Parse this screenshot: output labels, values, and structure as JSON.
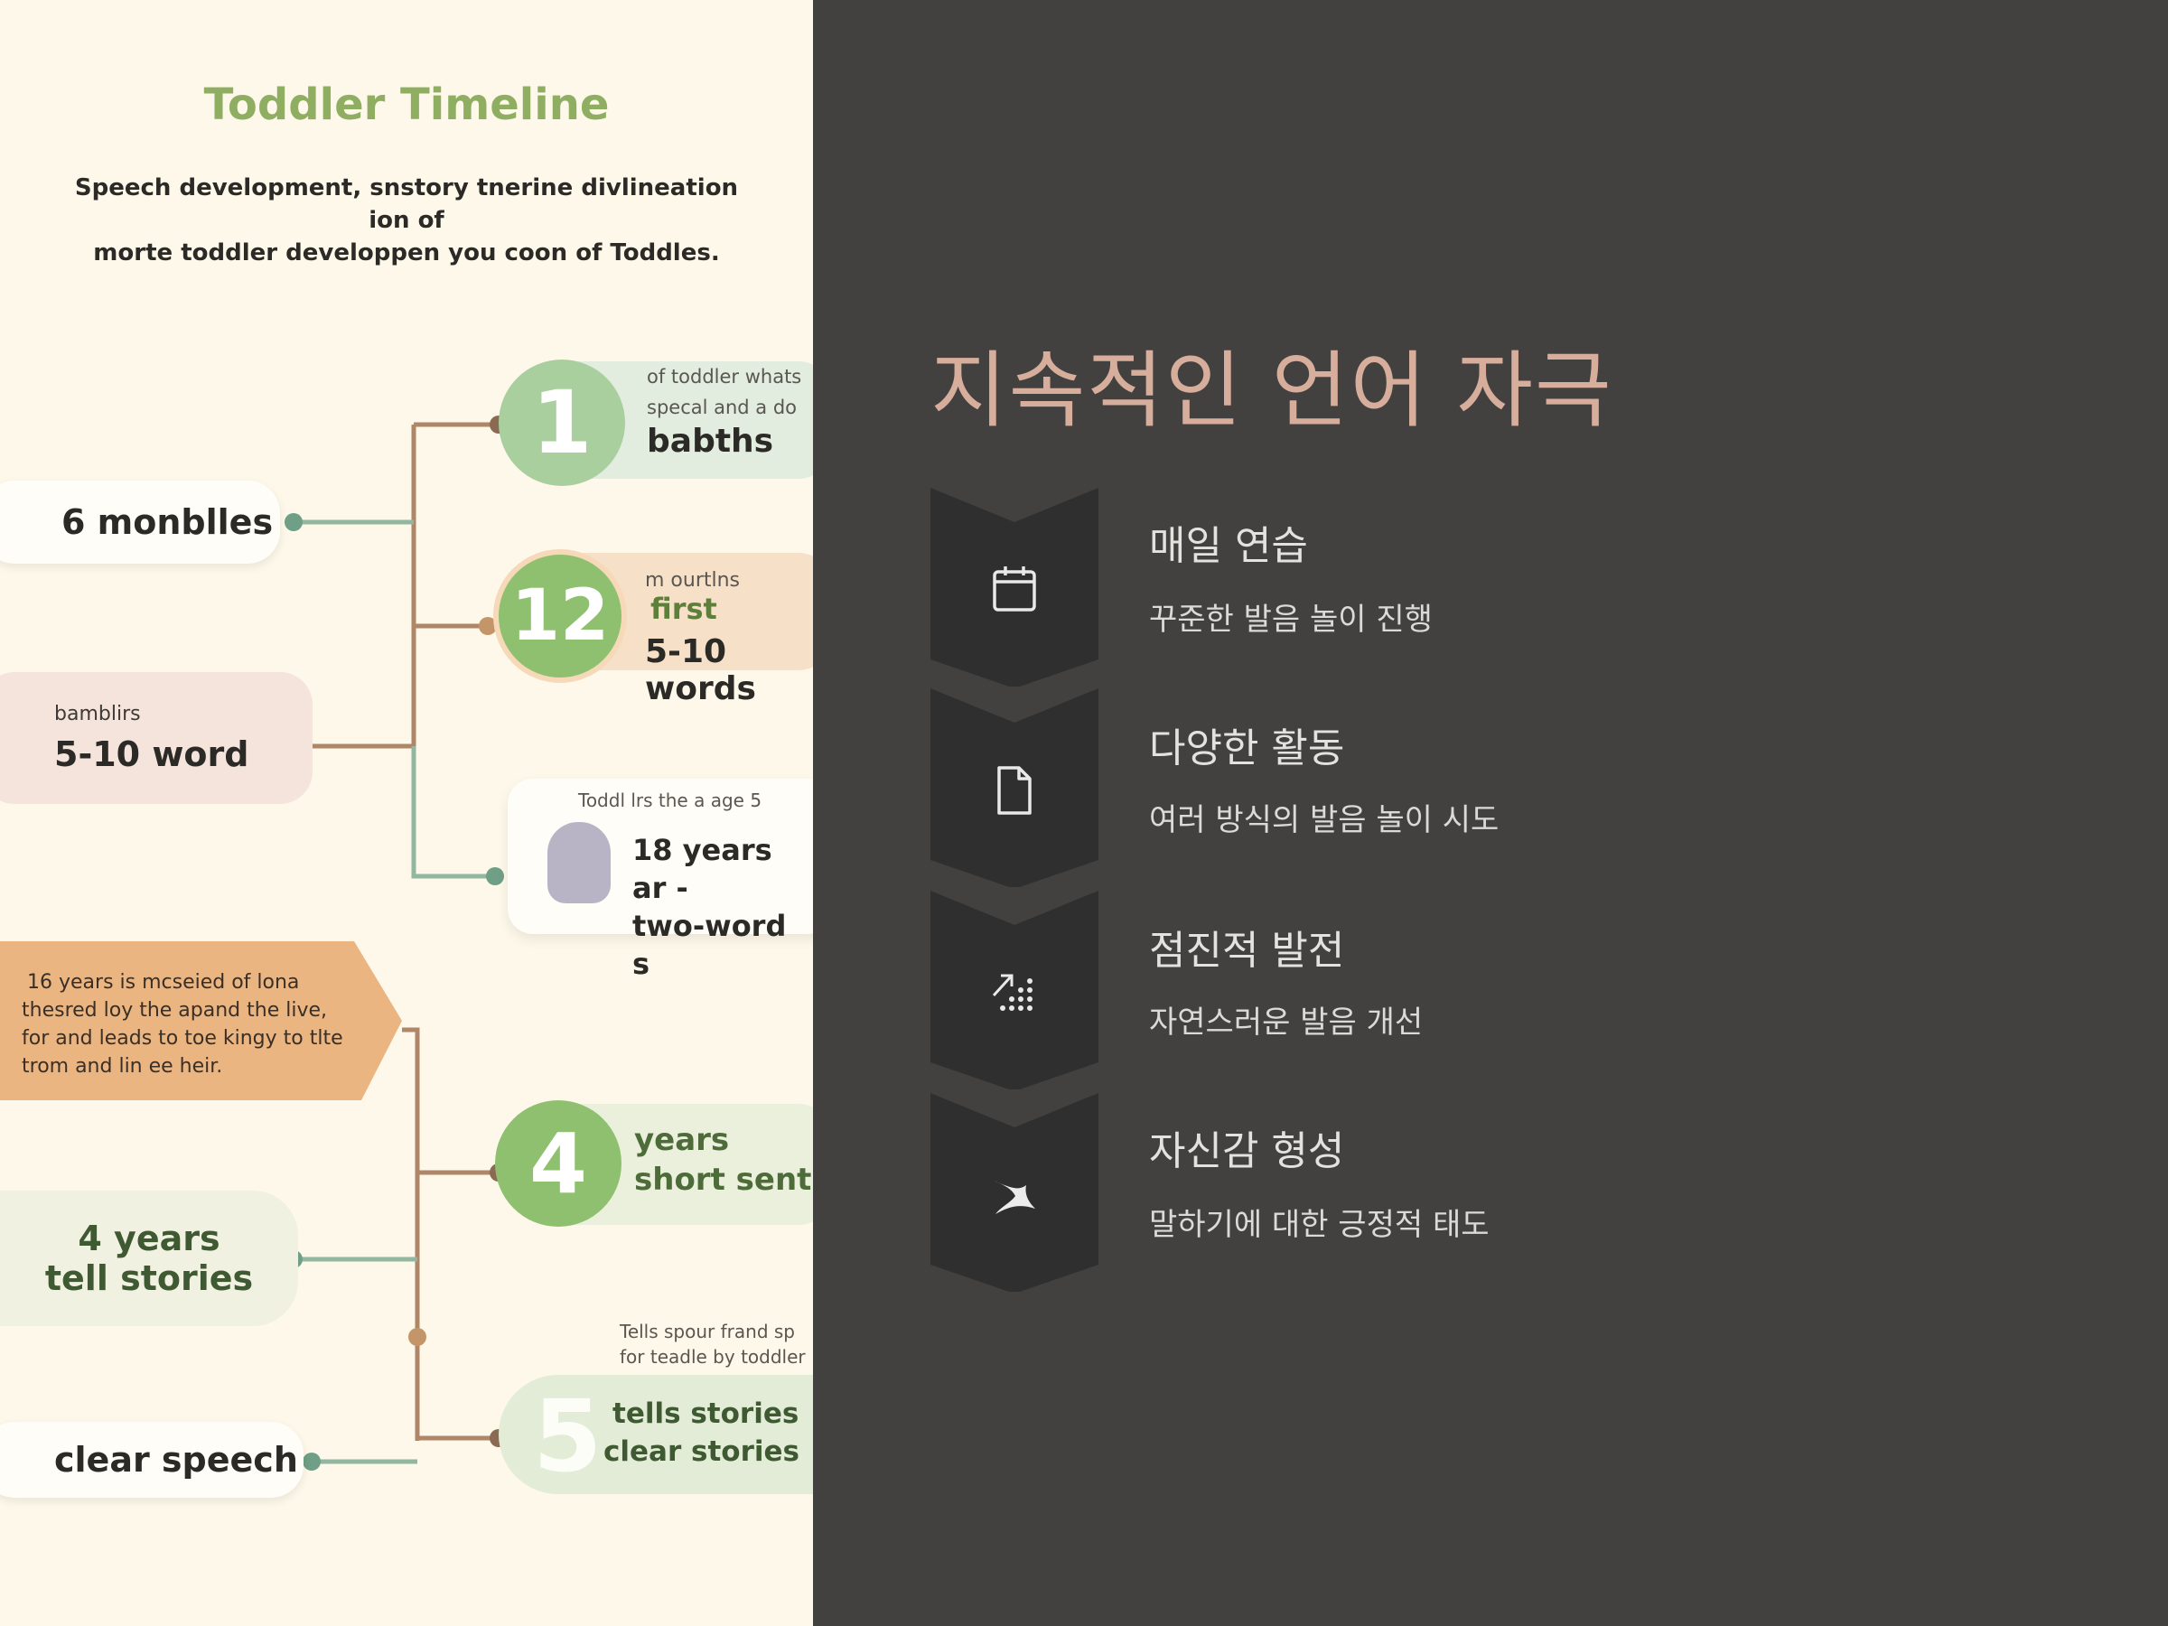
{
  "infographic": {
    "title": "Toddler Timeline",
    "subtitle_line1": "Speech development, snstory tnerine divlineation ion of",
    "subtitle_line2": "morte toddler developpen you coon of Toddles.",
    "left_labels": {
      "six": "6 monblles",
      "bab_small": "bamblirs",
      "bab_big": "5-10 word",
      "callout_line1": "16 years is mcseied of lona",
      "callout_line2": "thesred loy the apand the live,",
      "callout_line3": "for and leads to toe kingy to tlte",
      "callout_line4": "trom and lin ee heir.",
      "four_line1": "4 years",
      "four_line2": "tell stories",
      "clear": "clear speech"
    },
    "nodes": {
      "n1": "1",
      "n1_small1": "of toddler whats",
      "n1_small2": "specal and a do",
      "n1_big": "babths",
      "n12": "12",
      "n12_small": "m ourtlns",
      "n12_first": "first",
      "n12_big": "5-10 words",
      "n18_small": "Toddl lrs the a age 5",
      "n18_line1": "18 years ar -",
      "n18_line2": "two-word s",
      "n4": "4",
      "n4_line1": "years",
      "n4_line2": "short sent",
      "n5_small1": "Tells spour frand sp",
      "n5_small2": "for teadle by toddler",
      "n5": "5",
      "n5_line1": "tells stories",
      "n5_line2": "clear stories"
    }
  },
  "slide": {
    "title": "지속적인 언어 자극",
    "steps": [
      {
        "heading": "매일 연습",
        "desc": "꾸준한 발음 놀이 진행",
        "icon": "calendar-icon"
      },
      {
        "heading": "다양한 활동",
        "desc": "여러 방식의 발음 놀이 시도",
        "icon": "document-icon"
      },
      {
        "heading": "점진적 발전",
        "desc": "자연스러운 발음 개선",
        "icon": "growth-icon"
      },
      {
        "heading": "자신감 형성",
        "desc": "말하기에 대한 긍정적 태도",
        "icon": "confidence-icon"
      }
    ]
  },
  "colors": {
    "left_bg": "#fdf8e9",
    "right_bg": "#424140",
    "title_accent": "#d7ad9b",
    "badge": "#2f2f2f",
    "green": "#8fc070",
    "sage": "#a9cf9e",
    "brown": "#b08668",
    "orange_callout": "#ebb582"
  }
}
